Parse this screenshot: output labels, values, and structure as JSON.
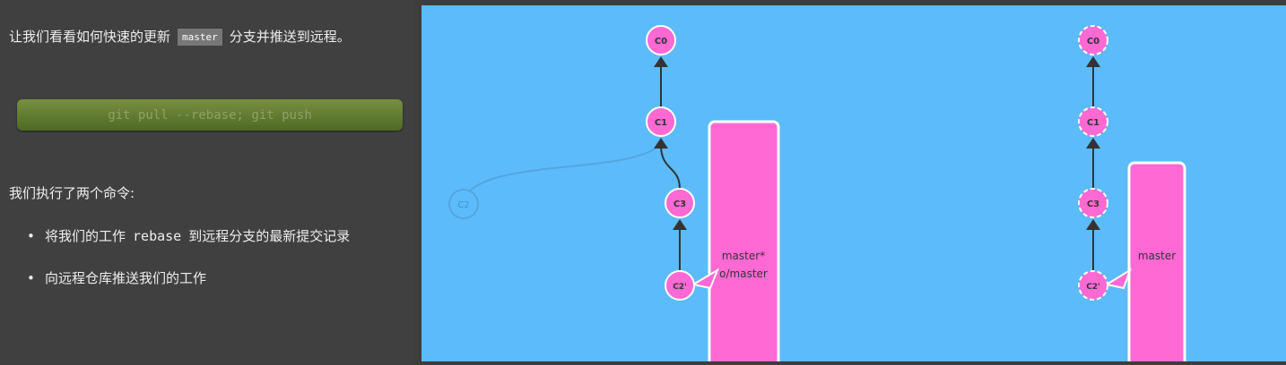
{
  "left_panel": {
    "intro_before": "让我们看看如何快速的更新",
    "intro_code": "master",
    "intro_after": "分支并推送到远程。",
    "command_button": "git pull --rebase; git push",
    "executed_text": "我们执行了两个命令:",
    "steps": [
      {
        "before": "将我们的工作",
        "code": "rebase",
        "after": "到远程分支的最新提交记录"
      },
      {
        "before": "向远程仓库推送我们的工作",
        "code": "",
        "after": ""
      }
    ]
  },
  "local_graph": {
    "commits": {
      "c0": "C0",
      "c1": "C1",
      "c3": "C3",
      "c2_prime": "C2'",
      "c2_ghost": "C2"
    },
    "branch_label_1": "master*",
    "branch_label_2": "o/master"
  },
  "remote_graph": {
    "commits": {
      "c0": "C0",
      "c1": "C1",
      "c3": "C3",
      "c2_prime": "C2'"
    },
    "branch_label": "master"
  },
  "colors": {
    "canvas_bg": "#5cbbfb",
    "commit_fill": "#ff69d4",
    "branch_fill": "#ff69d4",
    "ghost_commit": "#53a6dd",
    "command_button": "#5f7c30"
  }
}
